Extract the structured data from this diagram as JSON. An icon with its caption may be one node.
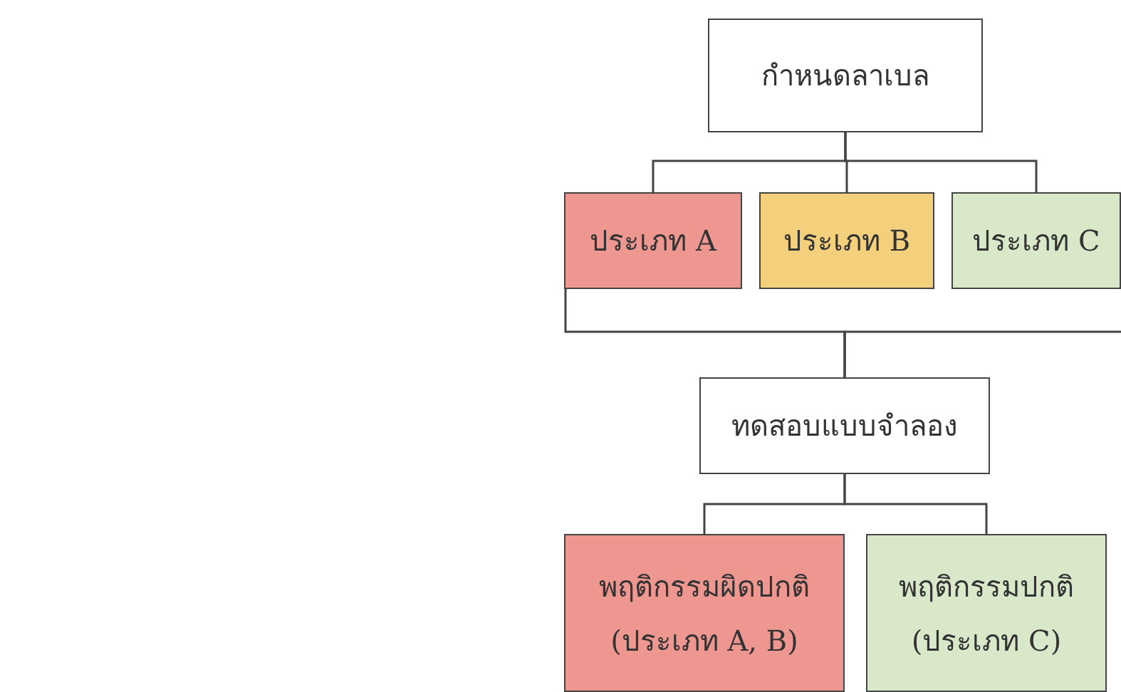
{
  "diagram": {
    "nodes": [
      {
        "text": [
          "กำหนดลาเบล"
        ]
      },
      {
        "text": [
          "ประเภท A"
        ]
      },
      {
        "text": [
          "ประเภท B"
        ]
      },
      {
        "text": [
          "ประเภท C"
        ]
      },
      {
        "text": [
          "ทดสอบแบบจำลอง"
        ]
      },
      {
        "text": [
          "พฤติกรรมผิดปกติ (ประเภท A, B)"
        ]
      },
      {
        "text": [
          "พฤติกรรมปกติ (ประเภท C)"
        ]
      }
    ],
    "edges": [
      {
        "from": 0,
        "to": 1,
        "arrow": "none"
      },
      {
        "from": 0,
        "to": 2,
        "arrow": "none"
      },
      {
        "from": 0,
        "to": 3,
        "arrow": "none"
      },
      {
        "from": 1,
        "to": 4,
        "arrow": "none"
      },
      {
        "from": 2,
        "to": 4,
        "arrow": "none"
      },
      {
        "from": 3,
        "to": 4,
        "arrow": "none"
      },
      {
        "from": 4,
        "to": 5,
        "arrow": "none"
      },
      {
        "from": 4,
        "to": 6,
        "arrow": "none"
      }
    ]
  }
}
